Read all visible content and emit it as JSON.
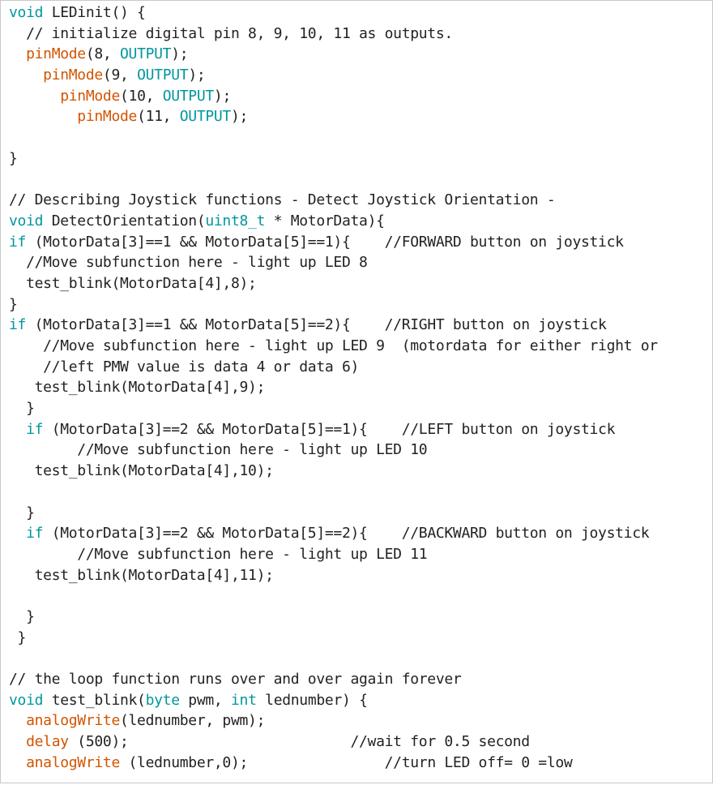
{
  "colors": {
    "keyword": "#00979d",
    "function": "#d35400",
    "text": "#222222",
    "background": "#ffffff"
  },
  "lines": [
    [
      {
        "t": "kw",
        "v": "void"
      },
      {
        "t": "pl",
        "v": " LEDinit() {"
      }
    ],
    [
      {
        "t": "cm",
        "v": "  // initialize digital pin 8, 9, 10, 11 as outputs."
      }
    ],
    [
      {
        "t": "pl",
        "v": "  "
      },
      {
        "t": "fn",
        "v": "pinMode"
      },
      {
        "t": "pl",
        "v": "(8, "
      },
      {
        "t": "kw",
        "v": "OUTPUT"
      },
      {
        "t": "pl",
        "v": ");"
      }
    ],
    [
      {
        "t": "pl",
        "v": "    "
      },
      {
        "t": "fn",
        "v": "pinMode"
      },
      {
        "t": "pl",
        "v": "(9, "
      },
      {
        "t": "kw",
        "v": "OUTPUT"
      },
      {
        "t": "pl",
        "v": ");"
      }
    ],
    [
      {
        "t": "pl",
        "v": "      "
      },
      {
        "t": "fn",
        "v": "pinMode"
      },
      {
        "t": "pl",
        "v": "(10, "
      },
      {
        "t": "kw",
        "v": "OUTPUT"
      },
      {
        "t": "pl",
        "v": ");"
      }
    ],
    [
      {
        "t": "pl",
        "v": "        "
      },
      {
        "t": "fn",
        "v": "pinMode"
      },
      {
        "t": "pl",
        "v": "(11, "
      },
      {
        "t": "kw",
        "v": "OUTPUT"
      },
      {
        "t": "pl",
        "v": ");"
      }
    ],
    [
      {
        "t": "pl",
        "v": ""
      }
    ],
    [
      {
        "t": "pl",
        "v": "}"
      }
    ],
    [
      {
        "t": "pl",
        "v": ""
      }
    ],
    [
      {
        "t": "cm",
        "v": "// Describing Joystick functions - Detect Joystick Orientation -"
      }
    ],
    [
      {
        "t": "kw",
        "v": "void"
      },
      {
        "t": "pl",
        "v": " DetectOrientation("
      },
      {
        "t": "kw",
        "v": "uint8_t"
      },
      {
        "t": "pl",
        "v": " * MotorData){"
      }
    ],
    [
      {
        "t": "kw",
        "v": "if"
      },
      {
        "t": "pl",
        "v": " (MotorData[3]==1 && MotorData[5]==1){    //FORWARD button on joystick"
      }
    ],
    [
      {
        "t": "cm",
        "v": "  //Move subfunction here - light up LED 8"
      }
    ],
    [
      {
        "t": "pl",
        "v": "  test_blink(MotorData[4],8);"
      }
    ],
    [
      {
        "t": "pl",
        "v": "}"
      }
    ],
    [
      {
        "t": "kw",
        "v": "if"
      },
      {
        "t": "pl",
        "v": " (MotorData[3]==1 && MotorData[5]==2){    //RIGHT button on joystick"
      }
    ],
    [
      {
        "t": "cm",
        "v": "    //Move subfunction here - light up LED 9  (motordata for either right or"
      }
    ],
    [
      {
        "t": "cm",
        "v": "    //left PMW value is data 4 or data 6)"
      }
    ],
    [
      {
        "t": "pl",
        "v": "   test_blink(MotorData[4],9);"
      }
    ],
    [
      {
        "t": "pl",
        "v": "  }"
      }
    ],
    [
      {
        "t": "pl",
        "v": "  "
      },
      {
        "t": "kw",
        "v": "if"
      },
      {
        "t": "pl",
        "v": " (MotorData[3]==2 && MotorData[5]==1){    //LEFT button on joystick"
      }
    ],
    [
      {
        "t": "cm",
        "v": "        //Move subfunction here - light up LED 10"
      }
    ],
    [
      {
        "t": "pl",
        "v": "   test_blink(MotorData[4],10);"
      }
    ],
    [
      {
        "t": "pl",
        "v": ""
      }
    ],
    [
      {
        "t": "pl",
        "v": "  }"
      }
    ],
    [
      {
        "t": "pl",
        "v": "  "
      },
      {
        "t": "kw",
        "v": "if"
      },
      {
        "t": "pl",
        "v": " (MotorData[3]==2 && MotorData[5]==2){    //BACKWARD button on joystick"
      }
    ],
    [
      {
        "t": "cm",
        "v": "        //Move subfunction here - light up LED 11"
      }
    ],
    [
      {
        "t": "pl",
        "v": "   test_blink(MotorData[4],11);"
      }
    ],
    [
      {
        "t": "pl",
        "v": ""
      }
    ],
    [
      {
        "t": "pl",
        "v": "  }"
      }
    ],
    [
      {
        "t": "pl",
        "v": " }"
      }
    ],
    [
      {
        "t": "pl",
        "v": ""
      }
    ],
    [
      {
        "t": "cm",
        "v": "// the loop function runs over and over again forever"
      }
    ],
    [
      {
        "t": "kw",
        "v": "void"
      },
      {
        "t": "pl",
        "v": " test_blink("
      },
      {
        "t": "kw",
        "v": "byte"
      },
      {
        "t": "pl",
        "v": " pwm, "
      },
      {
        "t": "kw",
        "v": "int"
      },
      {
        "t": "pl",
        "v": " lednumber) {"
      }
    ],
    [
      {
        "t": "pl",
        "v": "  "
      },
      {
        "t": "fn",
        "v": "analogWrite"
      },
      {
        "t": "pl",
        "v": "(lednumber, pwm);"
      }
    ],
    [
      {
        "t": "pl",
        "v": "  "
      },
      {
        "t": "fn",
        "v": "delay"
      },
      {
        "t": "pl",
        "v": " (500);                          //wait for 0.5 second"
      }
    ],
    [
      {
        "t": "pl",
        "v": "  "
      },
      {
        "t": "fn",
        "v": "analogWrite"
      },
      {
        "t": "pl",
        "v": " (lednumber,0);                //turn LED off= 0 =low"
      }
    ]
  ]
}
